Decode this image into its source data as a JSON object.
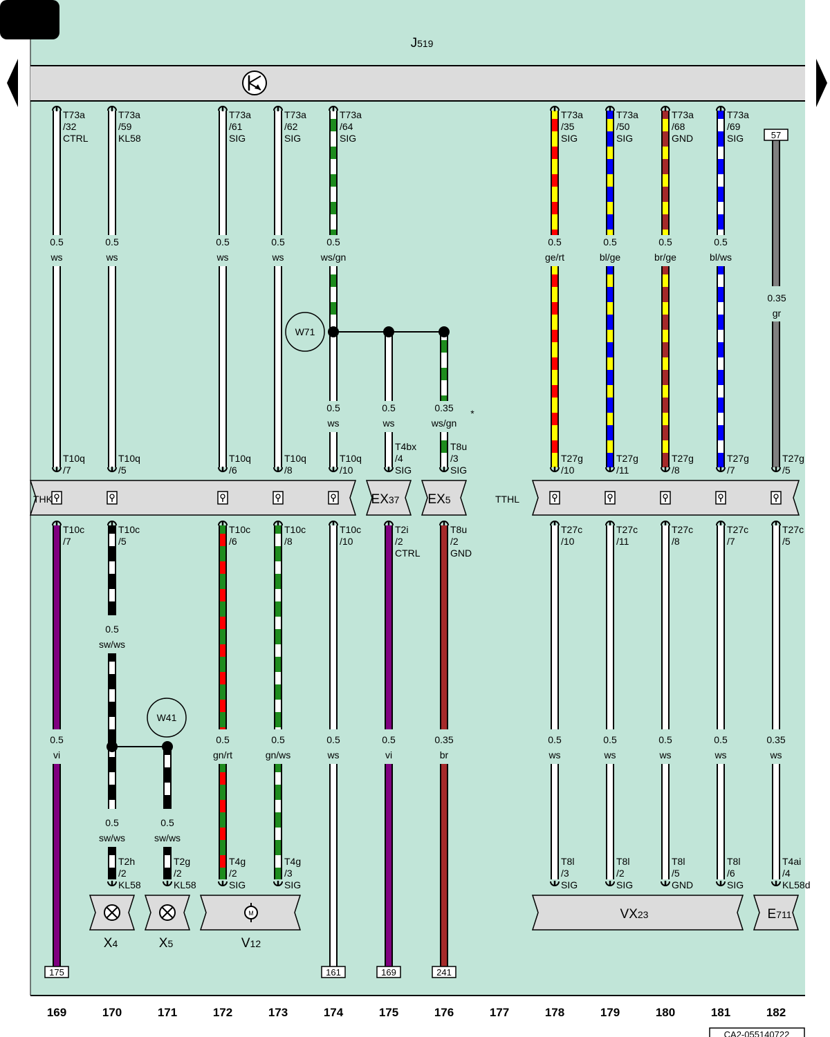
{
  "header": {
    "ecu_label": "J",
    "ecu_sub": "519",
    "bus_icon": "transistor-symbol-icon",
    "left_arrow_icon": "triangle-left-icon",
    "right_arrow_icon": "triangle-right-icon"
  },
  "connectors": {
    "left": "THK",
    "right": "TTHL",
    "boxes": [
      {
        "id": "ex37",
        "label": "EX",
        "sub": "37"
      },
      {
        "id": "ex5",
        "label": "EX",
        "sub": "5"
      }
    ]
  },
  "columns": [
    {
      "num": "169",
      "top": [
        "T73a",
        "/32",
        "CTRL"
      ],
      "wire_top": {
        "size": "0.5",
        "color": "ws"
      },
      "conn_top": [
        "T10q",
        "/7"
      ],
      "conn_bot": [
        "T10c",
        "/7"
      ],
      "wire_bot": {
        "size": "0.5",
        "color": "vi"
      },
      "ref": "175"
    },
    {
      "num": "170",
      "top": [
        "T73a",
        "/59",
        "KL58"
      ],
      "wire_top": {
        "size": "0.5",
        "color": "ws"
      },
      "conn_top": [
        "T10q",
        "/5"
      ],
      "conn_bot": [
        "T10c",
        "/5"
      ],
      "wire_bot": {
        "size": "0.5",
        "color": "sw/ws"
      },
      "wire_bot2": {
        "size": "0.5",
        "color": "sw/ws"
      },
      "end": [
        "T2h",
        "/2",
        "KL58"
      ]
    },
    {
      "num": "171",
      "wire_bot2": {
        "size": "0.5",
        "color": "sw/ws"
      },
      "end": [
        "T2g",
        "/2",
        "KL58"
      ]
    },
    {
      "num": "172",
      "top": [
        "T73a",
        "/61",
        "SIG"
      ],
      "wire_top": {
        "size": "0.5",
        "color": "ws"
      },
      "conn_top": [
        "T10q",
        "/6"
      ],
      "conn_bot": [
        "T10c",
        "/6"
      ],
      "wire_bot": {
        "size": "0.5",
        "color": "gn/rt"
      },
      "end": [
        "T4g",
        "/2",
        "SIG"
      ]
    },
    {
      "num": "173",
      "top": [
        "T73a",
        "/62",
        "SIG"
      ],
      "wire_top": {
        "size": "0.5",
        "color": "ws"
      },
      "conn_top": [
        "T10q",
        "/8"
      ],
      "conn_bot": [
        "T10c",
        "/8"
      ],
      "wire_bot": {
        "size": "0.5",
        "color": "gn/ws"
      },
      "end": [
        "T4g",
        "/3",
        "SIG"
      ]
    },
    {
      "num": "174",
      "top": [
        "T73a",
        "/64",
        "SIG"
      ],
      "wire_top": {
        "size": "0.5",
        "color": "ws/gn"
      },
      "wire_mid": {
        "size": "0.5",
        "color": "ws"
      },
      "conn_top": [
        "T10q",
        "/10"
      ],
      "conn_bot": [
        "T10c",
        "/10"
      ],
      "wire_bot": {
        "size": "0.5",
        "color": "ws"
      },
      "ref": "161"
    },
    {
      "num": "175",
      "wire_mid": {
        "size": "0.5",
        "color": "ws"
      },
      "conn_top": [
        "T4bx",
        "/4",
        "SIG"
      ],
      "conn_bot": [
        "T2i",
        "/2",
        "CTRL"
      ],
      "wire_bot": {
        "size": "0.5",
        "color": "vi"
      },
      "ref": "169"
    },
    {
      "num": "176",
      "wire_mid": {
        "size": "0.35",
        "color": "ws/gn"
      },
      "conn_top": [
        "T8u",
        "/3",
        "SIG"
      ],
      "conn_bot": [
        "T8u",
        "/2",
        "GND"
      ],
      "wire_bot": {
        "size": "0.35",
        "color": "br"
      },
      "ref": "241"
    },
    {
      "num": "177"
    },
    {
      "num": "178",
      "top": [
        "T73a",
        "/35",
        "SIG"
      ],
      "wire_top": {
        "size": "0.5",
        "color": "ge/rt"
      },
      "conn_top": [
        "T27g",
        "/10"
      ],
      "conn_bot": [
        "T27c",
        "/10"
      ],
      "wire_bot": {
        "size": "0.5",
        "color": "ws"
      },
      "end": [
        "T8l",
        "/3",
        "SIG"
      ]
    },
    {
      "num": "179",
      "top": [
        "T73a",
        "/50",
        "SIG"
      ],
      "wire_top": {
        "size": "0.5",
        "color": "bl/ge"
      },
      "conn_top": [
        "T27g",
        "/11"
      ],
      "conn_bot": [
        "T27c",
        "/11"
      ],
      "wire_bot": {
        "size": "0.5",
        "color": "ws"
      },
      "end": [
        "T8l",
        "/2",
        "SIG"
      ]
    },
    {
      "num": "180",
      "top": [
        "T73a",
        "/68",
        "GND"
      ],
      "wire_top": {
        "size": "0.5",
        "color": "br/ge"
      },
      "conn_top": [
        "T27g",
        "/8"
      ],
      "conn_bot": [
        "T27c",
        "/8"
      ],
      "wire_bot": {
        "size": "0.5",
        "color": "ws"
      },
      "end": [
        "T8l",
        "/5",
        "GND"
      ]
    },
    {
      "num": "181",
      "top": [
        "T73a",
        "/69",
        "SIG"
      ],
      "wire_top": {
        "size": "0.5",
        "color": "bl/ws"
      },
      "conn_top": [
        "T27g",
        "/7"
      ],
      "conn_bot": [
        "T27c",
        "/7"
      ],
      "wire_bot": {
        "size": "0.5",
        "color": "ws"
      },
      "end": [
        "T8l",
        "/6",
        "SIG"
      ]
    },
    {
      "num": "182",
      "ref_top": "57",
      "wire_top": {
        "size": "0.35",
        "color": "gr"
      },
      "conn_top": [
        "T27g",
        "/5"
      ],
      "conn_bot": [
        "T27c",
        "/5"
      ],
      "wire_bot": {
        "size": "0.35",
        "color": "ws"
      },
      "end": [
        "T4ai",
        "/4",
        "KL58d"
      ]
    }
  ],
  "splices": [
    {
      "id": "w71",
      "label": "W71"
    },
    {
      "id": "w41",
      "label": "W41"
    }
  ],
  "components": [
    {
      "id": "x4",
      "label": "X",
      "sub": "4",
      "icon": "lamp-icon"
    },
    {
      "id": "x5",
      "label": "X",
      "sub": "5",
      "icon": "lamp-icon"
    },
    {
      "id": "v12",
      "label": "V",
      "sub": "12",
      "icon": "motor-icon"
    },
    {
      "id": "vx23",
      "label": "VX",
      "sub": "23"
    },
    {
      "id": "e711",
      "label": "E",
      "sub": "711"
    }
  ],
  "footnote": "*",
  "doc_id": "CA2-055140722",
  "colors": {
    "background_area": "#c1e5d8",
    "bus_bar": "#dcdcdc",
    "ws": "#ffffff",
    "gn": "#1e8c1e",
    "rt": "#ff0000",
    "ge": "#ffff00",
    "bl": "#0000ff",
    "br": "#a52a2a",
    "vi": "#800080",
    "sw": "#000000",
    "gr": "#808080"
  }
}
